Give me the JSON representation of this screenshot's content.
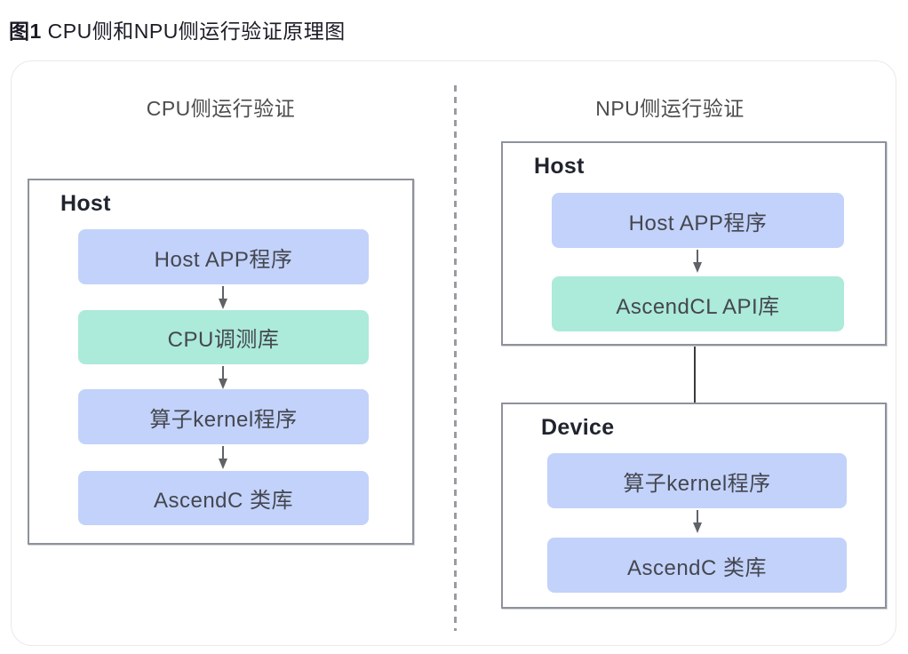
{
  "figure": {
    "title_prefix": "图1",
    "title_text": " CPU侧和NPU侧运行验证原理图"
  },
  "icons": {
    "flow_arrow": "down-arrow",
    "divider_style": "vertical-dashed"
  },
  "colors": {
    "node_blue": "#c3d2fa",
    "node_green": "#aceada",
    "group_border": "#8d929c",
    "outer_border": "#e9e9e9",
    "divider": "#9a9aa3",
    "arrow": "#5f6368",
    "connector": "#3c3c3c",
    "node_text": "#44474f",
    "header_text": "#4c4c4c"
  },
  "left_panel": {
    "header": "CPU侧运行验证",
    "host": {
      "label": "Host",
      "nodes": [
        {
          "label": "Host APP程序",
          "type": "blue"
        },
        {
          "label": "CPU调测库",
          "type": "green"
        },
        {
          "label": "算子kernel程序",
          "type": "blue"
        },
        {
          "label": "AscendC 类库",
          "type": "blue"
        }
      ]
    }
  },
  "right_panel": {
    "header": "NPU侧运行验证",
    "host": {
      "label": "Host",
      "nodes": [
        {
          "label": "Host APP程序",
          "type": "blue"
        },
        {
          "label": "AscendCL API库",
          "type": "green"
        }
      ]
    },
    "device": {
      "label": "Device",
      "nodes": [
        {
          "label": "算子kernel程序",
          "type": "blue"
        },
        {
          "label": "AscendC 类库",
          "type": "blue"
        }
      ]
    }
  }
}
